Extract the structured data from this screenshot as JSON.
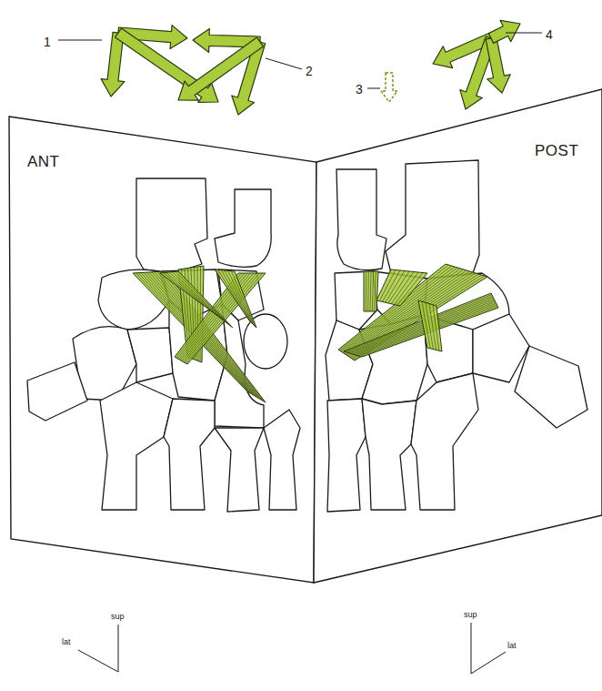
{
  "diagram": {
    "labels": [
      "1",
      "2",
      "3",
      "4",
      "ANT",
      "POST",
      "sup",
      "lat",
      "sup",
      "lat"
    ]
  }
}
